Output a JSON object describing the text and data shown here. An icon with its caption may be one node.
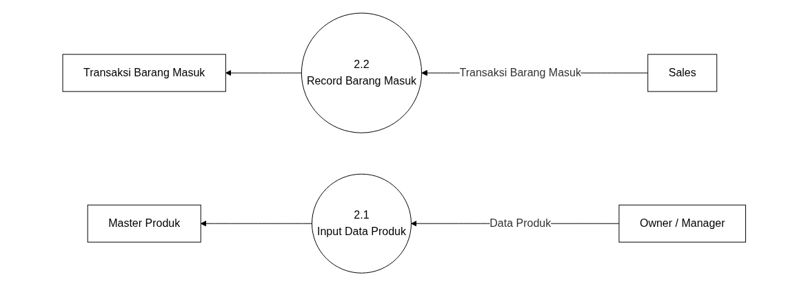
{
  "diagram": {
    "nodes": [
      {
        "text": [
          "Transaksi Barang Masuk"
        ]
      },
      {
        "text": [
          "2.2",
          "Record Barang Masuk"
        ]
      },
      {
        "text": [
          "Sales"
        ]
      },
      {
        "text": [
          "Master Produk"
        ]
      },
      {
        "text": [
          "2.1",
          "Input Data Produk"
        ]
      },
      {
        "text": [
          "Owner / Manager"
        ]
      }
    ],
    "edges": [
      {
        "from": 2,
        "to": 1,
        "arrow": "to",
        "label": "Transaksi Barang Masuk"
      },
      {
        "from": 1,
        "to": 0,
        "arrow": "to"
      },
      {
        "from": 5,
        "to": 4,
        "arrow": "to",
        "label": "Data Produk"
      },
      {
        "from": 4,
        "to": 3,
        "arrow": "to"
      }
    ]
  }
}
